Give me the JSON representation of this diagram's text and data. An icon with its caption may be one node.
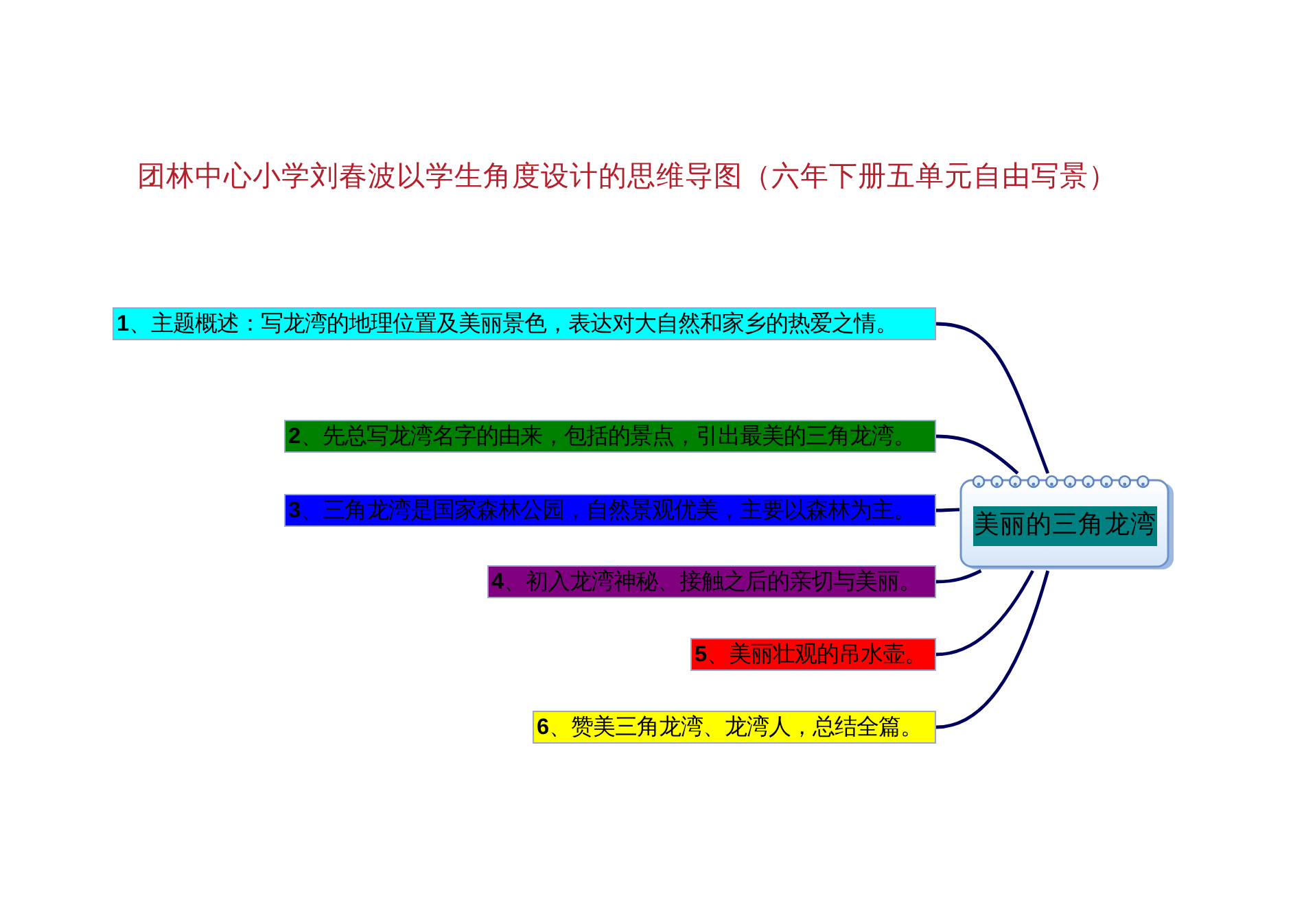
{
  "diagram": {
    "title": "团林中心小学刘春波以学生角度设计的思维导图（六年下册五单元自由写景）",
    "nodes": [
      {
        "text": [
          "美丽的三角龙湾"
        ]
      },
      {
        "text": [
          "**1**、主题概述：写龙湾的地理位置及美丽景色，表达对大自然和家乡的热爱之情。"
        ]
      },
      {
        "text": [
          "**2**、先总写龙湾名字的由来，包括的景点，引出最美的三角龙湾。"
        ]
      },
      {
        "text": [
          "**3**、三角龙湾是国家森林公园，自然景观优美，主要以森林为主。"
        ]
      },
      {
        "text": [
          "**4**、初入龙湾神秘、接触之后的亲切与美丽。"
        ]
      },
      {
        "text": [
          "**5**、美丽壮观的吊水壶。"
        ]
      },
      {
        "text": [
          "**6**、赞美三角龙湾、龙湾人，总结全篇。"
        ]
      }
    ],
    "edges": [
      {
        "from": 0,
        "to": 1,
        "arrow": "none"
      },
      {
        "from": 0,
        "to": 2,
        "arrow": "none"
      },
      {
        "from": 0,
        "to": 3,
        "arrow": "none"
      },
      {
        "from": 0,
        "to": 4,
        "arrow": "none"
      },
      {
        "from": 0,
        "to": 5,
        "arrow": "none"
      },
      {
        "from": 0,
        "to": 6,
        "arrow": "none"
      }
    ]
  }
}
